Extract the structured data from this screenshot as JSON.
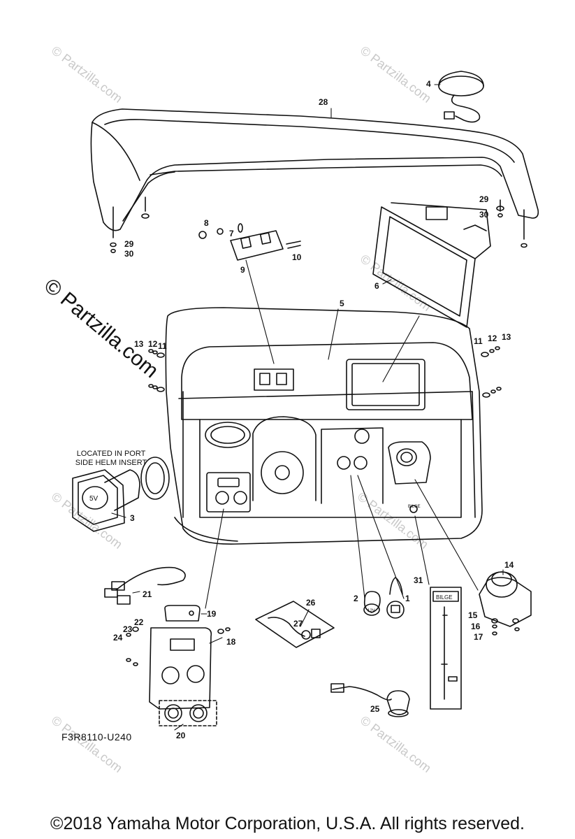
{
  "diagram": {
    "watermark_main": "© Partzilla.com",
    "watermark_faint": "© Partzilla.com",
    "figure_code": "F3R8110-U240",
    "footer_copyright": "©2018  Yamaha Motor Corporation, U.S.A. All rights reserved.",
    "note_port": "LOCATED IN  PORT SIDE HELM INSERT",
    "bilge_tag": "BILGE",
    "bilge_switch_label": "BILGE",
    "socket_5v": "5V",
    "socket_12v": "12V",
    "callouts": [
      "1",
      "2",
      "3",
      "4",
      "5",
      "6",
      "7",
      "8",
      "9",
      "10",
      "11",
      "12",
      "13",
      "14",
      "15",
      "16",
      "17",
      "18",
      "19",
      "20",
      "21",
      "22",
      "23",
      "24",
      "25",
      "26",
      "27",
      "28",
      "29",
      "30",
      "31"
    ],
    "callouts_extra": [
      "29",
      "30",
      "11",
      "12",
      "13"
    ]
  }
}
